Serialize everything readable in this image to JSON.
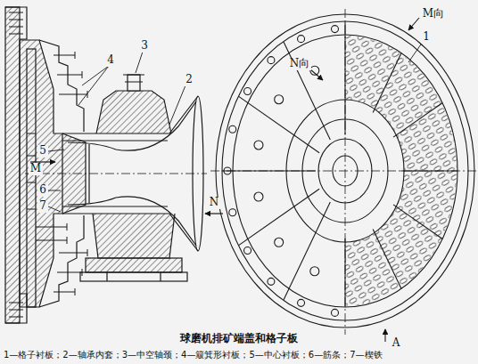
{
  "diagram": {
    "caption": "球磨机排矿端盖和格子板",
    "labels": [
      "4",
      "3",
      "2",
      "5",
      "M",
      "6",
      "7",
      "N",
      "N向",
      "M向",
      "1",
      "A",
      "1—格子衬板；2—轴承内套；3—中空轴颈；4—簸箕形衬板；5—中心衬板；6—筋条；7—楔铁"
    ]
  }
}
